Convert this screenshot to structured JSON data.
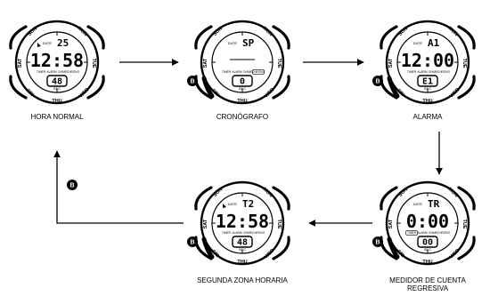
{
  "days": {
    "sun": "SUN",
    "mon": "MON",
    "tue": "TUE",
    "wed": "WED",
    "thu": "THU",
    "fri": "FRI",
    "sat": "SAT"
  },
  "mode_labels": [
    "TIMER",
    "ALARM",
    "CHIME",
    "CHRONO"
  ],
  "date_label": "DATE",
  "sec_label": "SEC",
  "button_label": "B",
  "watches": [
    {
      "id": "hora-normal",
      "caption": [
        "HORA NORMAL"
      ],
      "top_value": "25",
      "main_value": "12:58",
      "sub_value": "48",
      "highlighted_mode": null,
      "has_button": false,
      "has_pointer": true
    },
    {
      "id": "cronografo",
      "caption": [
        "CRONÓGRAFO"
      ],
      "top_value": "SP",
      "main_value": "",
      "sub_value": "0",
      "highlighted_mode": "CHRONO",
      "has_button": true,
      "has_pointer": false
    },
    {
      "id": "alarma",
      "caption": [
        "ALARMA"
      ],
      "top_value": "A1",
      "main_value": "12:00",
      "sub_value": "E1",
      "highlighted_mode": null,
      "has_button": true,
      "has_pointer": false
    },
    {
      "id": "medidor-cuenta-regresiva",
      "caption": [
        "MEDIDOR DE CUENTA",
        "REGRESIVA"
      ],
      "top_value": "TR",
      "main_value": "0:00",
      "sub_value": "00",
      "highlighted_mode": "TIMER",
      "has_button": true,
      "has_pointer": false
    },
    {
      "id": "segunda-zona-horaria",
      "caption": [
        "SEGUNDA ZONA HORARIA"
      ],
      "top_value": "T2",
      "main_value": "12:58",
      "sub_value": "48",
      "highlighted_mode": null,
      "has_button": true,
      "has_pointer": true
    }
  ]
}
